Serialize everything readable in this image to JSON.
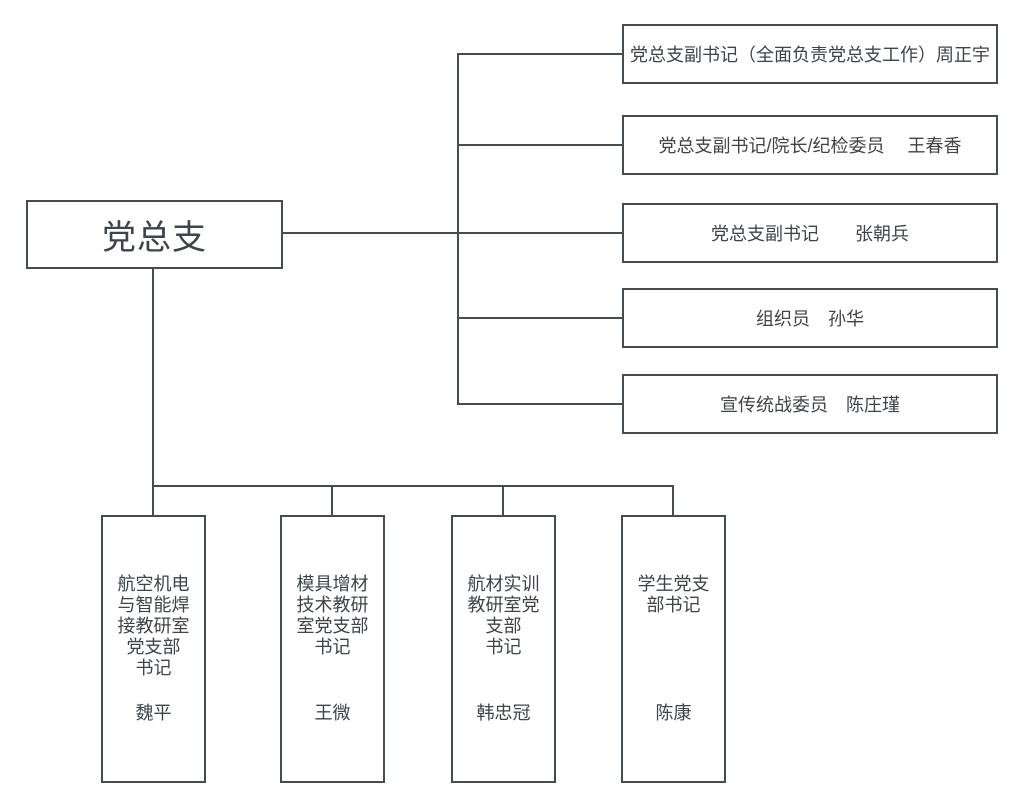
{
  "chart": {
    "type": "org-chart",
    "root": {
      "label": "党总支"
    },
    "officers": [
      {
        "label": "党总支副书记（全面负责党总支工作）周正宇"
      },
      {
        "label": "党总支副书记/院长/纪检委员　 王春香"
      },
      {
        "label": "党总支副书记　　张朝兵"
      },
      {
        "label": "组织员　孙华"
      },
      {
        "label": "宣传统战委员　陈庄瑾"
      }
    ],
    "branches": [
      {
        "title": "航空机电\n与智能焊\n接教研室\n党支部\n书记",
        "name": "魏平"
      },
      {
        "title": "模具增材\n技术教研\n室党支部\n书记",
        "name": "王微"
      },
      {
        "title": "航材实训\n教研室党\n支部\n书记",
        "name": "韩忠冠"
      },
      {
        "title": "学生党支\n部书记",
        "name": "陈康"
      }
    ]
  },
  "theme": {
    "line_color": "#454c52",
    "text_color": "#3e4449",
    "background": "#ffffff"
  }
}
